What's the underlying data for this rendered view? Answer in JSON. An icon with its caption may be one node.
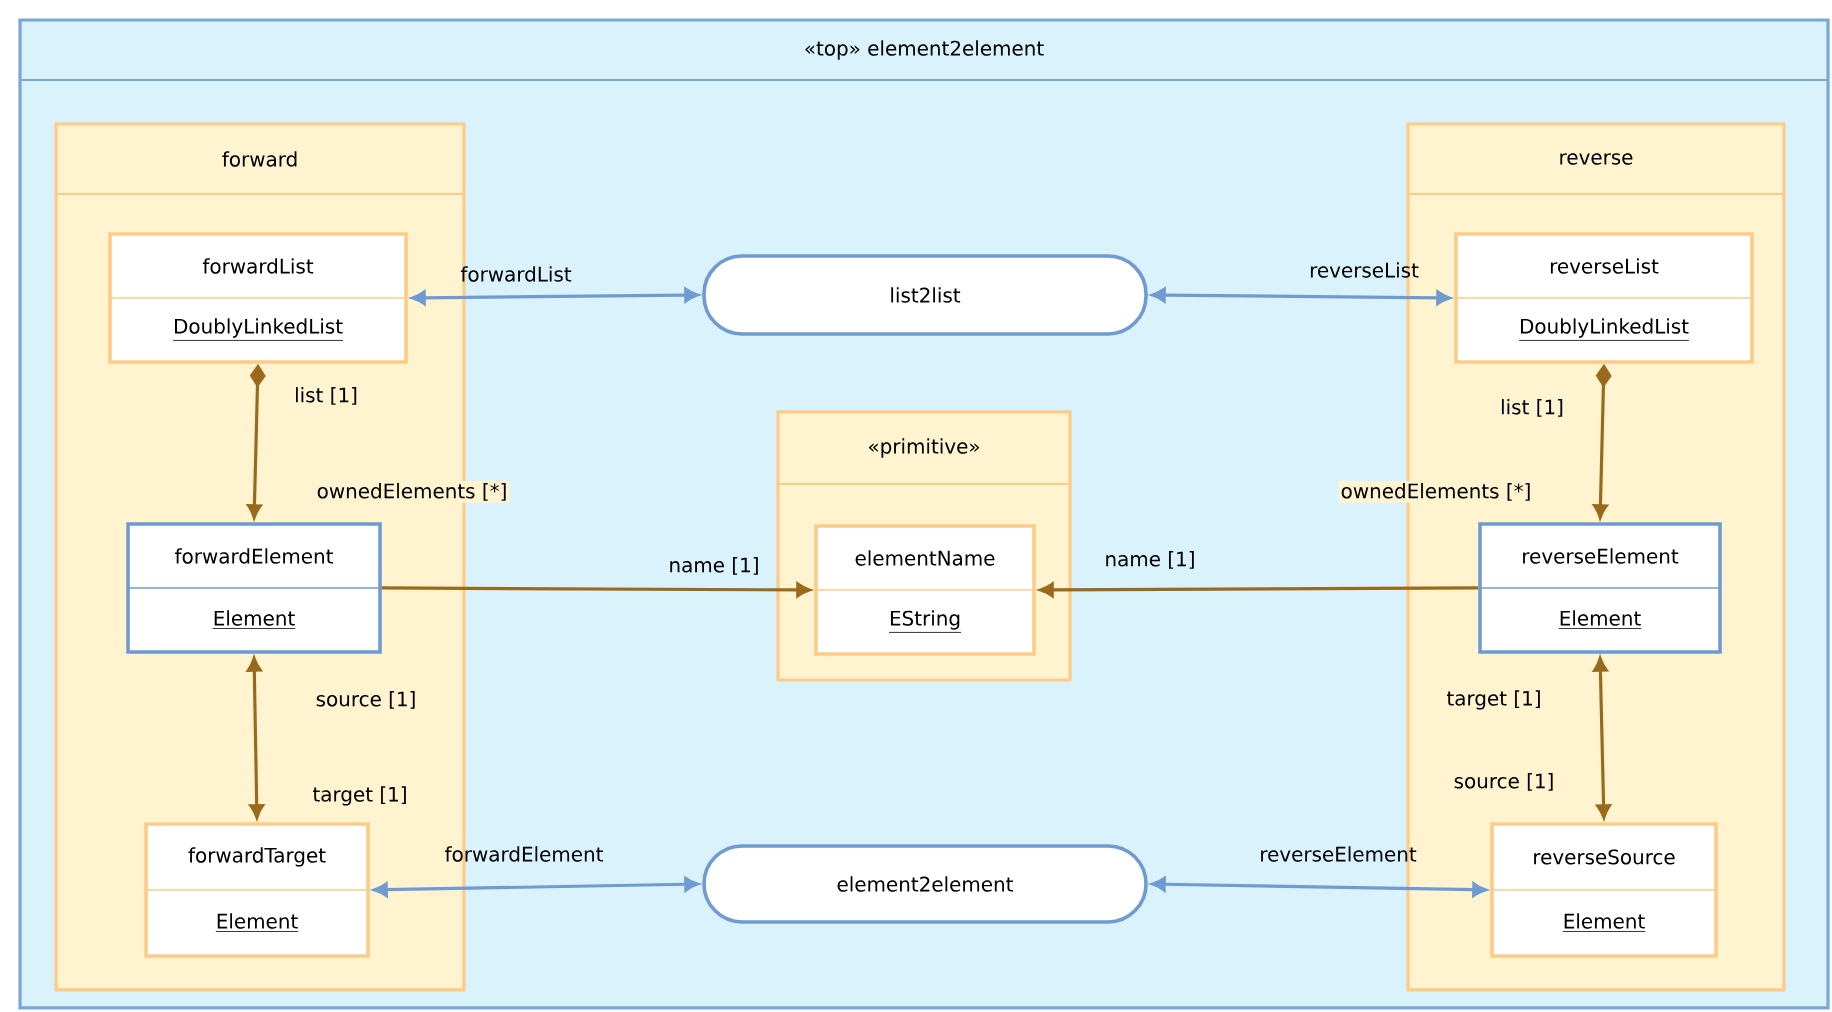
{
  "diagram": {
    "nodes": [
      {
        "text": [
          "«top» element2element"
        ]
      },
      {
        "text": [
          "forward"
        ],
        "in": 0
      },
      {
        "text": [
          "forwardList",
          "DoublyLinkedList"
        ],
        "in": 1
      },
      {
        "text": [
          "forwardElement",
          "Element"
        ],
        "in": 1
      },
      {
        "text": [
          "forwardTarget",
          "Element"
        ],
        "in": 1
      },
      {
        "text": [
          "reverse"
        ],
        "in": 0
      },
      {
        "text": [
          "reverseList",
          "DoublyLinkedList"
        ],
        "in": 5
      },
      {
        "text": [
          "reverseElement",
          "Element"
        ],
        "in": 5
      },
      {
        "text": [
          "reverseSource",
          "Element"
        ],
        "in": 5
      },
      {
        "text": [
          "«primitive»"
        ],
        "in": 0
      },
      {
        "text": [
          "elementName",
          "EString"
        ],
        "in": 9
      },
      {
        "text": [
          "list2list"
        ],
        "in": 0
      },
      {
        "text": [
          "element2element"
        ],
        "in": 0
      }
    ],
    "edges": [
      {
        "from": 11,
        "to": 2,
        "arrow": "both",
        "label": "forwardList",
        "color": "#6f9bd1"
      },
      {
        "from": 11,
        "to": 6,
        "arrow": "both",
        "label": "reverseList",
        "color": "#6f9bd1"
      },
      {
        "from": 12,
        "to": 4,
        "arrow": "both",
        "label": "forwardElement",
        "color": "#6f9bd1"
      },
      {
        "from": 12,
        "to": 8,
        "arrow": "both",
        "label": "reverseElement",
        "color": "#6f9bd1"
      },
      {
        "from": 2,
        "to": 3,
        "arrow": "to",
        "label": "ownedElements [*]"
      },
      {
        "from": 6,
        "to": 7,
        "arrow": "to",
        "label": "ownedElements [*]"
      },
      {
        "from": 3,
        "to": 10,
        "arrow": "to",
        "label": "name [1]"
      },
      {
        "from": 7,
        "to": 10,
        "arrow": "to",
        "label": "name [1]"
      },
      {
        "from": 3,
        "to": 4,
        "arrow": "both",
        "label": "target [1]"
      },
      {
        "from": 7,
        "to": 8,
        "arrow": "both",
        "label": "source [1]"
      }
    ],
    "labels": [
      "list [1]",
      "list [1]",
      "source [1]",
      "target [1]"
    ]
  }
}
